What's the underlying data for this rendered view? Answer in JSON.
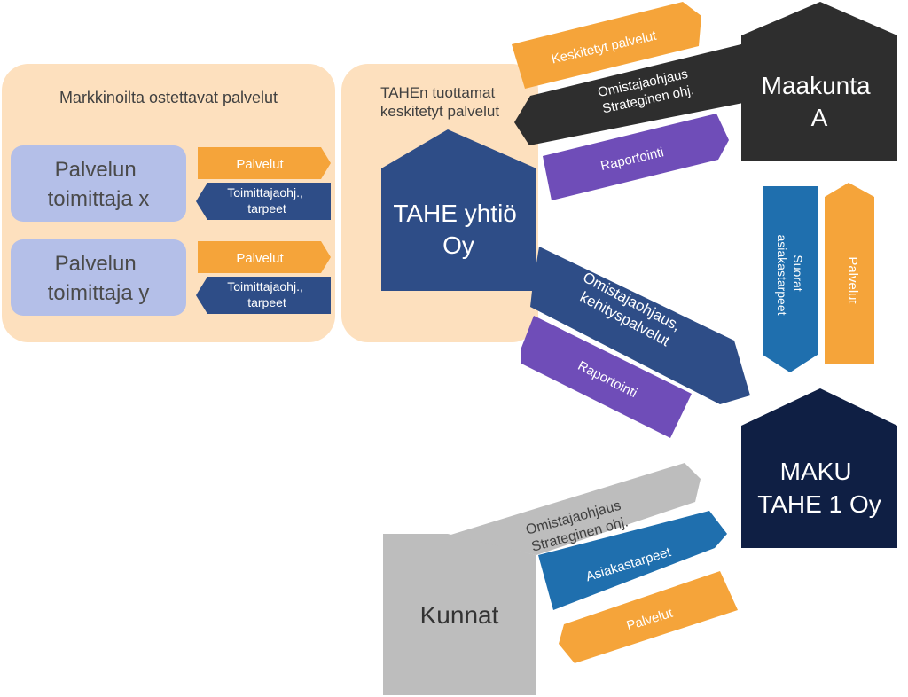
{
  "colors": {
    "peach": "#fde0be",
    "lavender": "#b4bfe8",
    "orange": "#f5a43a",
    "navy": "#2e4d87",
    "dark_navy": "#0f1f44",
    "charcoal": "#2e2e2e",
    "purple": "#6f4db8",
    "blue": "#1f6fae",
    "gray": "#bdbdbd"
  },
  "market": {
    "title": "Markkinoilta ostettavat palvelut",
    "supplier_x": {
      "line1": "Palvelun",
      "line2": "toimittaja  x"
    },
    "supplier_y": {
      "line1": "Palvelun",
      "line2": "toimittaja  y"
    },
    "services_label": "Palvelut",
    "guidance_line1": "Toimittajaohj.,",
    "guidance_line2": "tarpeet"
  },
  "tahe_services": {
    "line1": "TAHEn tuottamat",
    "line2": "keskitetyt palvelut"
  },
  "tahe_company": {
    "line1": "TAHE yhtiö",
    "line2": "Oy"
  },
  "maakunta": {
    "line1": "Maakunta",
    "line2": "A",
    "centralized_services": "Keskitetyt palvelut",
    "ownership_line1": "Omistajaohjaus",
    "ownership_line2": "Strateginen ohj.",
    "reporting": "Raportointi"
  },
  "maku_flows": {
    "customer_needs_line1": "Suorat",
    "customer_needs_line2": "asiakastarpeet",
    "services": "Palvelut"
  },
  "tahe_to_maku": {
    "ownership_line1": "Omistajaohjaus,",
    "ownership_line2": "kehityspalvelut",
    "reporting": "Raportointi"
  },
  "maku": {
    "line1": "MAKU",
    "line2": "TAHE 1 Oy"
  },
  "kunnat": {
    "label": "Kunnat",
    "ownership_line1": "Omistajaohjaus",
    "ownership_line2": "Strateginen ohj.",
    "customer_needs": "Asiakastarpeet",
    "services": "Palvelut"
  }
}
